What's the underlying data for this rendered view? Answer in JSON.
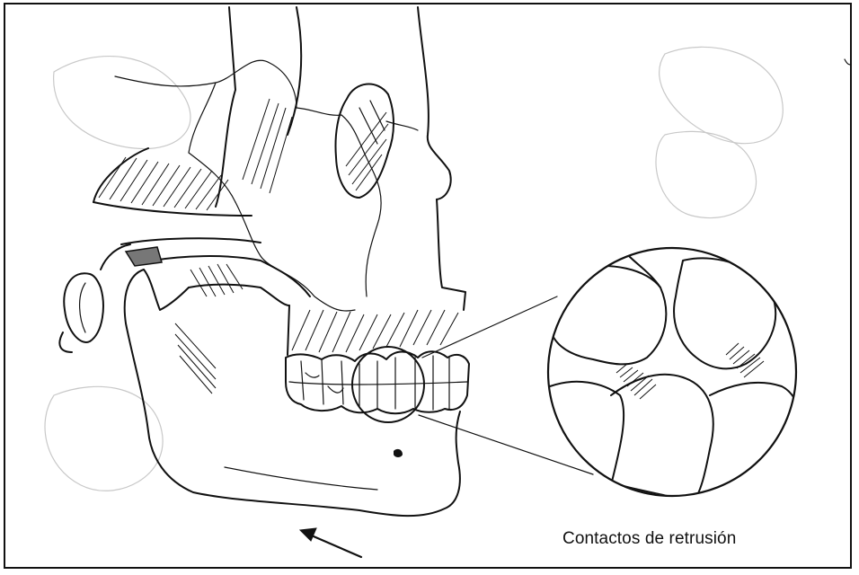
{
  "figure": {
    "caption": "Contactos de retrusión",
    "subject": "skull-lateral-view-jaw",
    "callout": "magnified-tooth-contacts",
    "arrow_direction": "up-left"
  }
}
